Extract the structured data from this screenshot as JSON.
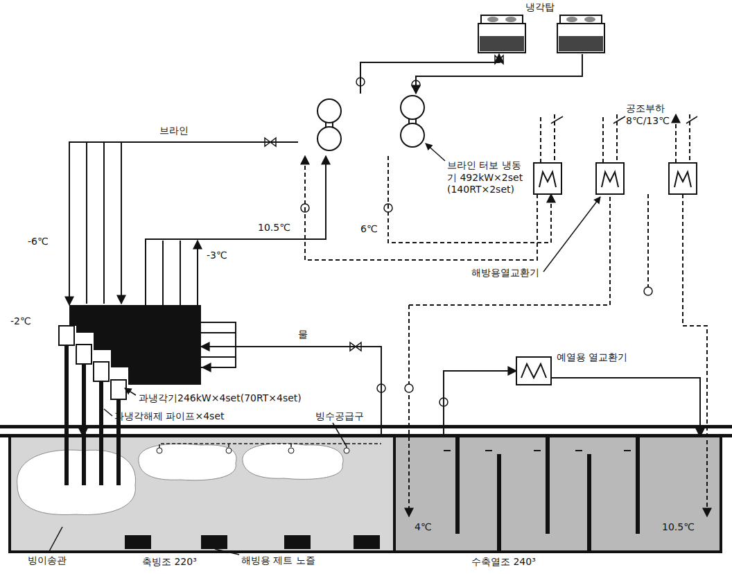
{
  "diagram": {
    "nodes": [
      {
        "text": [
          "냉각탑"
        ]
      },
      {
        "text": [
          "브라인 터보 냉동기 492kW×2set (140RT×2set)"
        ]
      },
      {
        "text": [
          "과냉각기246kW×4set(70RT×4set)"
        ]
      },
      {
        "text": [
          "축빙조 220³"
        ]
      },
      {
        "text": [
          "수축열조 240³"
        ]
      },
      {
        "text": [
          "예열용 열교환기"
        ]
      },
      {
        "text": [
          "해방용열교환기"
        ]
      }
    ],
    "edges": [
      {
        "from": 1,
        "to": 0,
        "arrow": "to"
      },
      {
        "from": 0,
        "to": 1,
        "arrow": "to"
      },
      {
        "from": 1,
        "to": 2,
        "arrow": "to"
      },
      {
        "from": 2,
        "to": 1,
        "arrow": "to"
      },
      {
        "from": 3,
        "to": 2,
        "arrow": "to"
      },
      {
        "from": 2,
        "to": 3,
        "arrow": "to"
      },
      {
        "from": 1,
        "to": 6,
        "arrow": "to"
      },
      {
        "from": 6,
        "to": 1,
        "arrow": "to"
      },
      {
        "from": 4,
        "to": 5,
        "arrow": "to"
      },
      {
        "from": 5,
        "to": 4,
        "arrow": "to"
      }
    ],
    "labels": [
      "브라인",
      "-6℃",
      "10.5℃",
      "6℃",
      "-3℃",
      "공조부하 8℃/13℃",
      "물",
      "-2℃",
      "과냉각해제 파이프×4set",
      "빙수공급구",
      "4℃",
      "10.5℃",
      "빙이송관",
      "해빙용 제트 노즐"
    ]
  }
}
